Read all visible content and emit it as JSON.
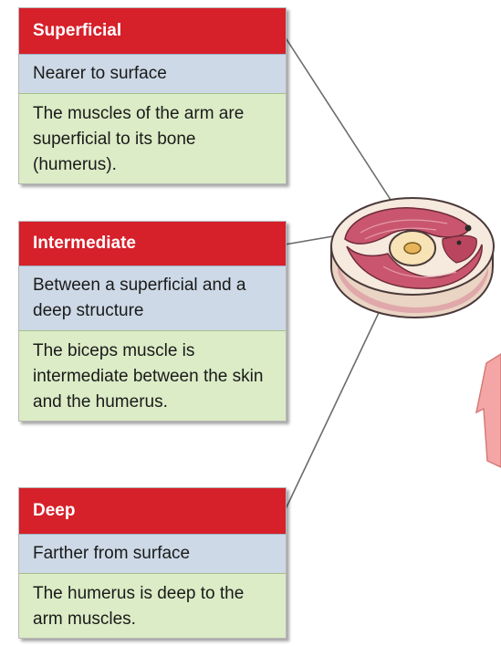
{
  "terms": [
    {
      "term": "Superficial",
      "definition": "Nearer to surface",
      "example": "The muscles of the arm are superficial to its bone (humerus)."
    },
    {
      "term": "Intermediate",
      "definition": "Between a superficial and a deep structure",
      "example": "The biceps muscle is intermediate between the skin and the humerus."
    },
    {
      "term": "Deep",
      "definition": "Farther from surface",
      "example": "The humerus is deep to the arm muscles."
    }
  ],
  "colors": {
    "header": "#d6202a",
    "definition_bg": "#cdd9e6",
    "example_bg": "#dbecc6",
    "skin": "#f6e9dd",
    "muscle": "#c9566e",
    "bone_marrow": "#e8b45a",
    "arrow": "#f4a6a6"
  },
  "illustration": {
    "subject": "arm-cross-section",
    "leader_lines": 3
  }
}
